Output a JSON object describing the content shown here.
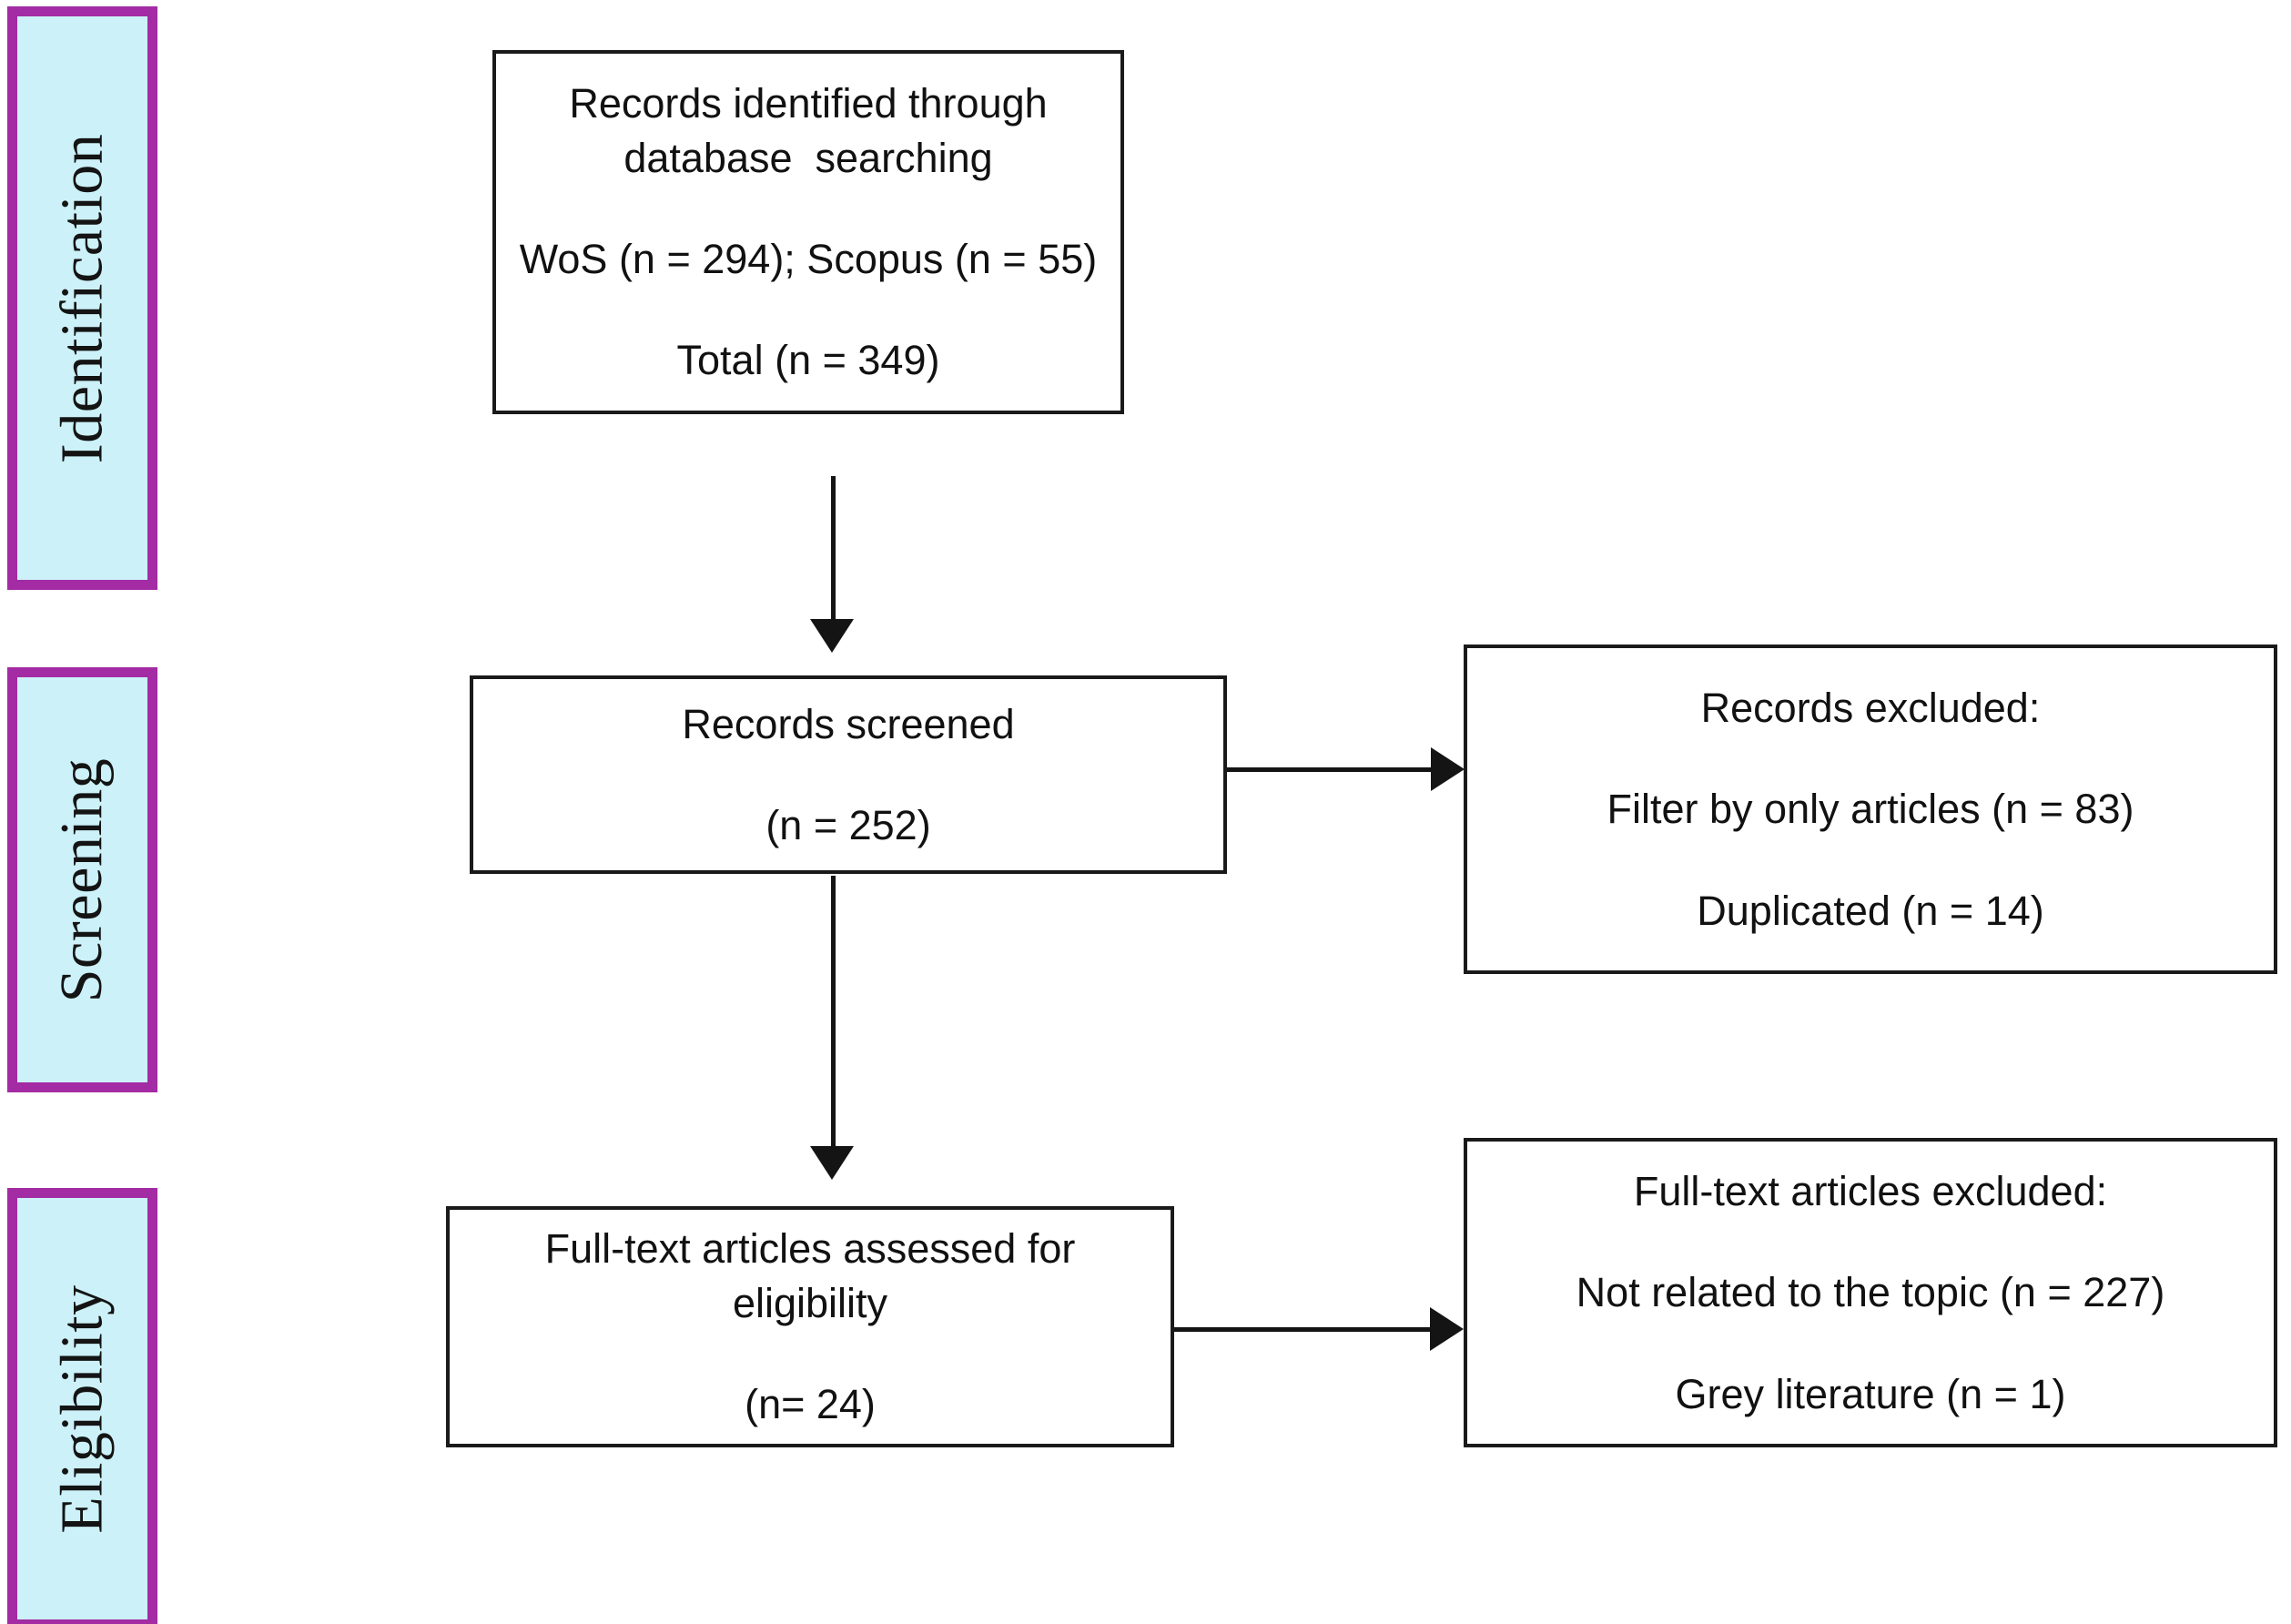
{
  "diagram": {
    "type": "prisma-flow-diagram",
    "colors": {
      "phase_border": "#a32ba3",
      "phase_fill": "#ccf1f8",
      "box_border": "#1a1a1a",
      "box_fill": "#ffffff",
      "connector": "#141414",
      "text": "#111111"
    }
  },
  "phases": [
    {
      "id": "identification",
      "label": "Identification"
    },
    {
      "id": "screening",
      "label": "Screening"
    },
    {
      "id": "eligibility",
      "label": "Eligibility"
    }
  ],
  "boxes": {
    "identified": {
      "line1": "Records identified through",
      "line2": "database  searching",
      "line3": "WoS (n = 294); Scopus (n = 55)",
      "line4": "Total (n = 349)"
    },
    "screened": {
      "line1": "Records screened",
      "line2": "(n = 252)"
    },
    "excluded_records": {
      "line1": "Records excluded:",
      "line2": "Filter by only articles (n = 83)",
      "line3": "Duplicated (n = 14)"
    },
    "fulltext_assessed": {
      "line1": "Full-text articles assessed for",
      "line2": "eligibility",
      "line3": "(n= 24)"
    },
    "excluded_fulltext": {
      "line1": "Full-text articles excluded:",
      "line2": "Not related to the topic (n = 227)",
      "line3": "Grey literature (n = 1)"
    }
  },
  "counts": {
    "wos": 294,
    "scopus": 55,
    "total_identified": 349,
    "records_screened": 252,
    "filter_by_only_articles_excluded": 83,
    "duplicated_excluded": 14,
    "fulltext_assessed": 24,
    "not_related_to_topic_excluded": 227,
    "grey_literature_excluded": 1
  }
}
